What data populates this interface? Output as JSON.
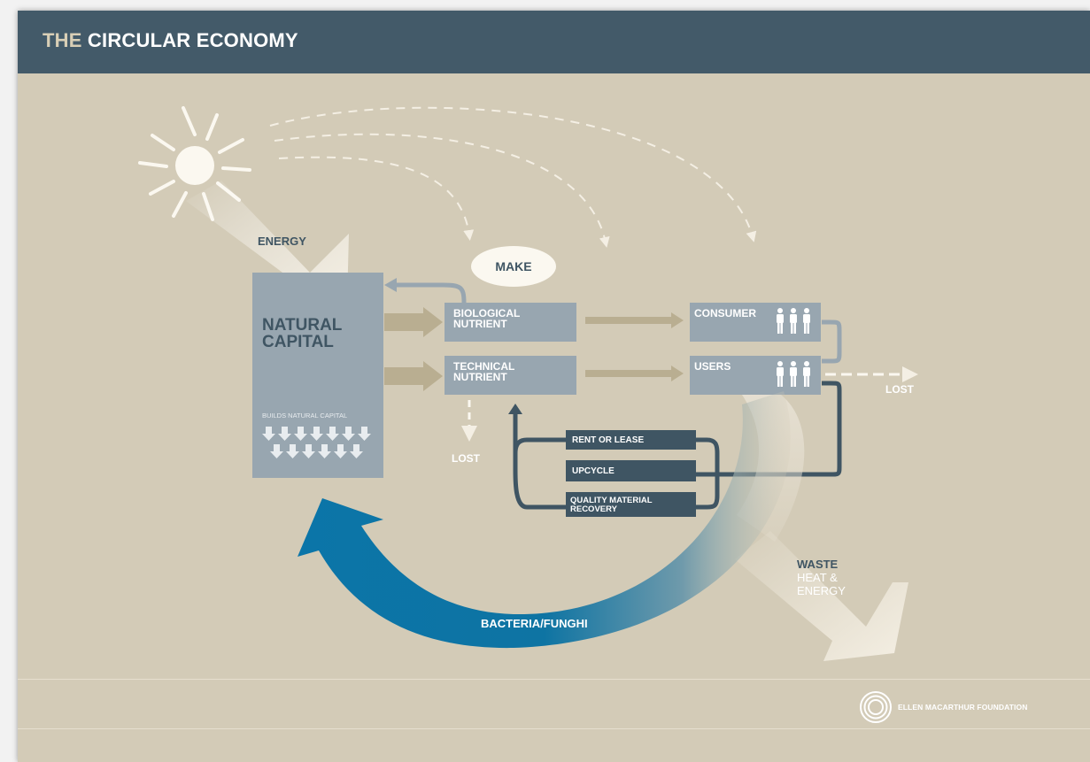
{
  "header": {
    "title_prefix": "THE",
    "title_main": "CIRCULAR ECONOMY"
  },
  "diagram": {
    "energy_label": "ENERGY",
    "natural_capital": [
      "NATURAL",
      "CAPITAL"
    ],
    "builds_natural_capital": "BUILDS NATURAL CAPITAL",
    "make_label": "MAKE",
    "biological_nutrient": [
      "BIOLOGICAL",
      "NUTRIENT"
    ],
    "technical_nutrient": [
      "TECHNICAL",
      "NUTRIENT"
    ],
    "consumer": "CONSUMER",
    "users": "USERS",
    "lost_right": "LOST",
    "lost_bottom": "LOST",
    "loops": {
      "rent_or_lease": "RENT OR LEASE",
      "upcycle": "UPCYCLE",
      "quality_material_recovery": [
        "QUALITY MATERIAL",
        "RECOVERY"
      ]
    },
    "waste": [
      "WASTE",
      "HEAT &",
      "ENERGY"
    ],
    "bacteria_funghi": "BACTERIA/FUNGHI"
  },
  "footer": {
    "foundation_name": "ELLEN MACARTHUR FOUNDATION"
  },
  "colors": {
    "background": "#d3cbb7",
    "header": "#435a69",
    "box": "#98a6b0",
    "dark_box": "#3f5563",
    "blue_arrow": "#0b75a8",
    "tan_arrow": "#b9ae91"
  }
}
